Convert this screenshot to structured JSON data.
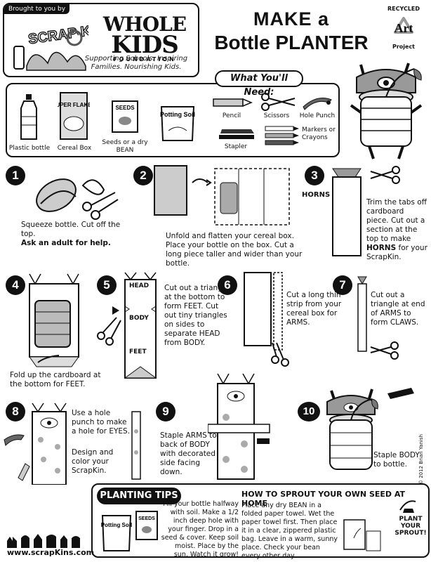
{
  "header": {
    "brought_by": "Brought to you by",
    "scrapkins_logo": "SCRAP KINS",
    "wk_line1": "WHOLE",
    "wk_line2": "KIDS",
    "wk_foundation": "FOUNDATION",
    "tagline": "Supporting Schools. Inspiring Families. Nourishing Kids.",
    "title_line1": "MAKE a",
    "title_line2": "Bottle PLANTER",
    "recycled_top": "RECYCLED",
    "recycled_art": "Art",
    "recycled_bottom": "Project"
  },
  "supplies": {
    "heading": "What You'll Need:",
    "items": [
      {
        "label": "Plastic bottle"
      },
      {
        "label": "Cereal Box"
      },
      {
        "label": "Seeds or a dry BEAN"
      },
      {
        "label": "Potting Soil"
      },
      {
        "label": "Pencil"
      },
      {
        "label": "Scissors"
      },
      {
        "label": "Hole Punch"
      },
      {
        "label": "Stapler"
      },
      {
        "label": "Markers or Crayons"
      }
    ],
    "seeds_packet": "SEEDS",
    "soil_bag": "Potting Soil",
    "cereal_name": "SUPER FLAKES"
  },
  "steps": [
    {
      "n": "1",
      "text": "Squeeze bottle. Cut off the top.",
      "bold": "Ask an adult for help."
    },
    {
      "n": "2",
      "text": "Unfold and flatten your cereal box. Place your bottle on the box. Cut a long piece taller and wider than your bottle."
    },
    {
      "n": "3",
      "text_a": "Trim the tabs off cardboard piece. Cut out a section at the top to make",
      "bold": "HORNS",
      "text_b": "for your ScrapKin.",
      "label": "HORNS"
    },
    {
      "n": "4",
      "text": "Fold up the cardboard at the bottom for FEET."
    },
    {
      "n": "5",
      "text": "Cut out a triangle at the bottom to form FEET. Cut out tiny triangles on sides to separate HEAD from BODY.",
      "label_head": "HEAD",
      "label_body": "BODY",
      "label_feet": "FEET"
    },
    {
      "n": "6",
      "text": "Cut a long thin strip from your cereal box for ARMS."
    },
    {
      "n": "7",
      "text": "Cut out a triangle at end of ARMS to form CLAWS."
    },
    {
      "n": "8",
      "text_a": "Use a hole punch to make a hole for EYES.",
      "text_b": "Design and color your ScrapKin."
    },
    {
      "n": "9",
      "text": "Staple ARMS to back of BODY with decorated side facing down."
    },
    {
      "n": "10",
      "text": "Staple BODY to bottle."
    }
  ],
  "tips": {
    "title": "PLANTING TIPS",
    "text": "Fill your bottle halfway with soil. Make a 1/2 inch deep hole with your finger. Drop in a seed & cover. Keep soil moist. Place by the sun. Watch it grow!",
    "soil_bag": "Potting Soil",
    "seeds_packet": "SEEDS",
    "sprout_title": "HOW TO SPROUT YOUR OWN SEED AT HOME",
    "sprout_text": "Place any dry BEAN in a folded paper towel. Wet the paper towel first. Then place it in a clear, zippered plastic bag. Leave in a warm, sunny place. Check your bean every other day.",
    "plant_line1": "PLANT",
    "plant_line2": "YOUR",
    "plant_line3": "SPROUT!"
  },
  "footer": {
    "website": "www.scrapKins.com",
    "copyright": "© 2012 Brian Yanish"
  }
}
